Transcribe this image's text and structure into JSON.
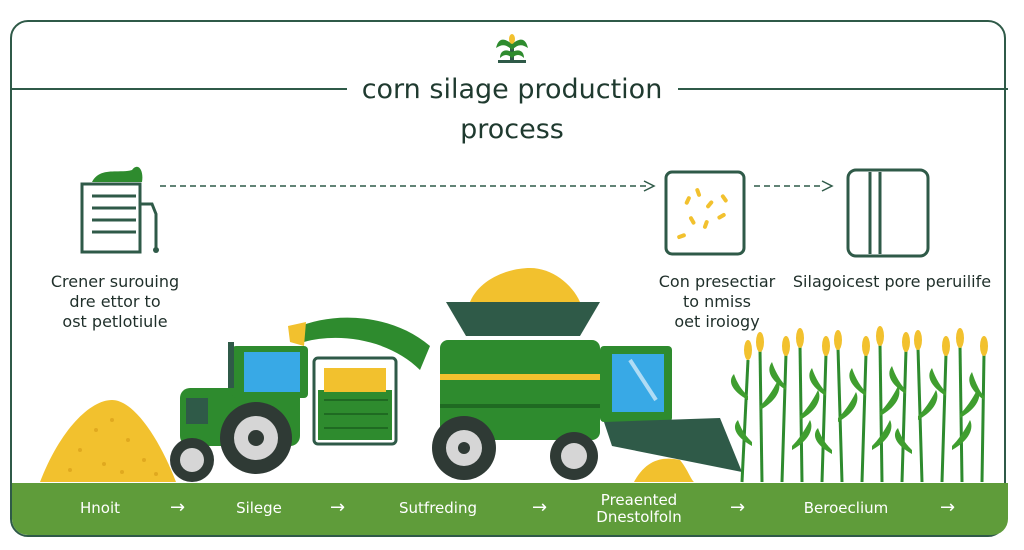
{
  "diagram": {
    "title": "corn silage production\nprocess",
    "labels": {
      "left": "Crener surouing\ndre ettor to\nost petlotiule",
      "middle": "Con presectiar\nto nmiss\noet iroiogy",
      "right": "Silagoicest pore peruilife"
    },
    "steps": [
      "Hnoit",
      "Silege",
      "Sutfreding",
      "Preaented\nDnestolfoln",
      "Beroeclium"
    ],
    "arrow_glyph": "→",
    "colors": {
      "dark_green": "#2f5a48",
      "tractor_green": "#2e8b2e",
      "corn_yellow": "#f2c12e",
      "ground_green": "#5f9c3a",
      "window_blue": "#38a9e6"
    }
  }
}
